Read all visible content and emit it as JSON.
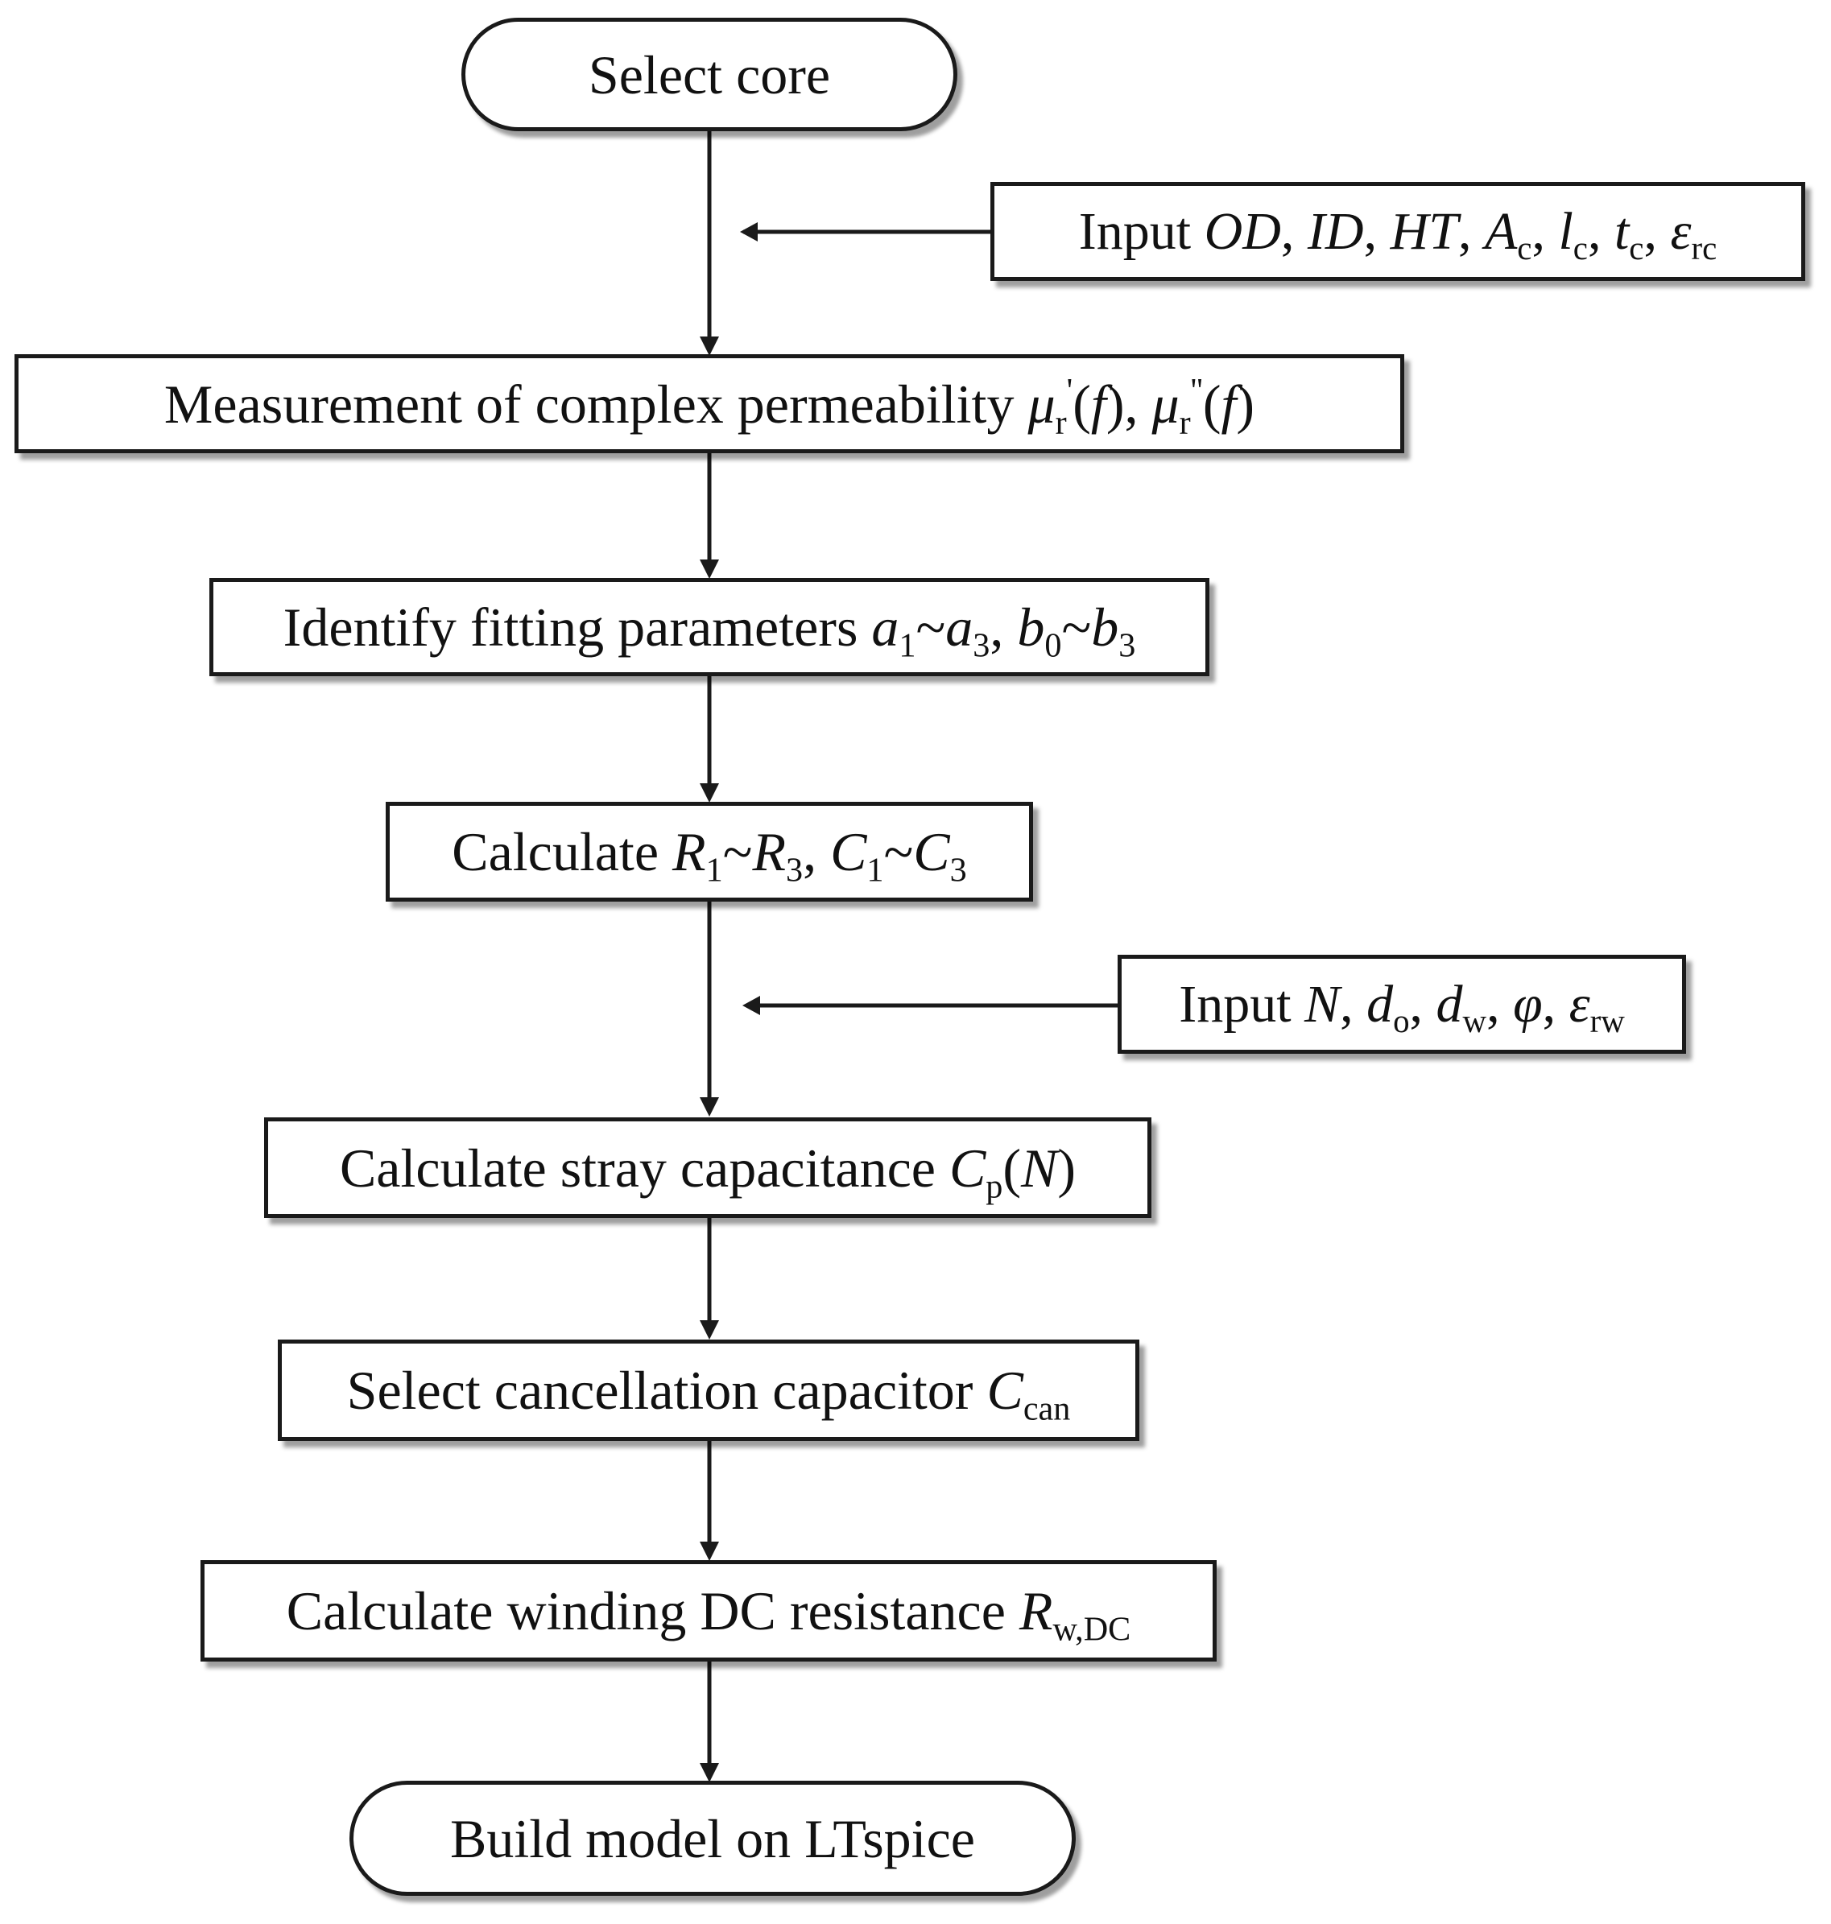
{
  "flowchart": {
    "start": {
      "text": "Select core"
    },
    "input_core": {
      "prefix": "Input ",
      "od": "OD",
      "id": "ID",
      "ht": "HT",
      "a": "A",
      "a_sub": "c",
      "l": "l",
      "l_sub": "c",
      "t": "t",
      "t_sub": "c",
      "eps": "ε",
      "eps_sub": "rc",
      "sep": ", "
    },
    "measurement": {
      "prefix": "Measurement of complex permeability ",
      "mu": "μ",
      "mu_sub": "r",
      "prime1": "'",
      "prime2": "''",
      "f": "f",
      "open": "(",
      "close": ")",
      "sep": ", "
    },
    "identify": {
      "prefix": "Identify fitting parameters ",
      "a": "a",
      "a_from": "1",
      "a_to": "3",
      "b": "b",
      "b_from": "0",
      "b_to": "3",
      "tilde": "~",
      "sep": ", "
    },
    "calc_rc": {
      "prefix": "Calculate ",
      "r": "R",
      "r_from": "1",
      "r_to": "3",
      "c": "C",
      "c_from": "1",
      "c_to": "3",
      "tilde": "~",
      "sep": ", "
    },
    "input_wire": {
      "prefix": "Input ",
      "n": "N",
      "d": "d",
      "d_sub1": "o",
      "d_sub2": "w",
      "phi": "φ",
      "eps": "ε",
      "eps_sub": "rw",
      "sep": ", "
    },
    "stray": {
      "prefix": "Calculate stray capacitance ",
      "c": "C",
      "c_sub": "p",
      "open": "(",
      "n": "N",
      "close": ")"
    },
    "cancel": {
      "prefix": "Select cancellation capacitor ",
      "c": "C",
      "c_sub": "can"
    },
    "winding": {
      "prefix": "Calculate winding DC resistance ",
      "r": "R",
      "r_sub": "w,DC"
    },
    "end": {
      "text": "Build model on LTspice"
    }
  }
}
